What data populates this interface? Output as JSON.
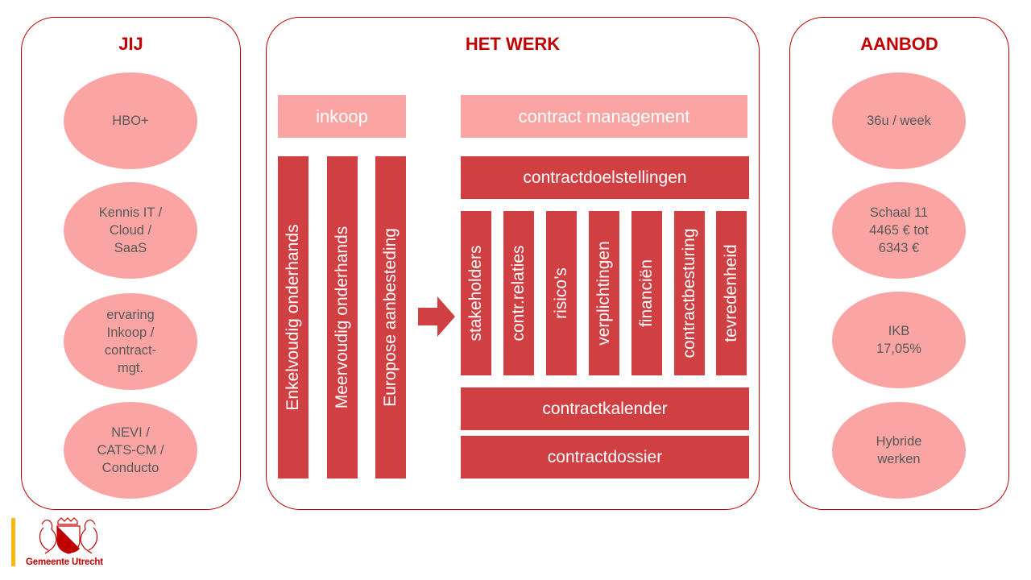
{
  "colors": {
    "accent": "#c00000",
    "light_fill": "#fba4a4",
    "dark_fill": "#d04043",
    "text_gray": "#595959",
    "logo_bar": "#ffb612"
  },
  "left_panel": {
    "title": "JIJ",
    "items": [
      "HBO+",
      "Kennis IT /\nCloud /\nSaaS",
      "ervaring\nInkoop /\ncontract-\nmgt.",
      "NEVI /\nCATS-CM /\nConducto"
    ]
  },
  "center_panel": {
    "title": "HET WERK",
    "inkoop": {
      "header": "inkoop",
      "columns": [
        "Enkelvoudig onderhands",
        "Meervoudig onderhands",
        "Europose aanbesteding"
      ]
    },
    "arrow_icon": "right-arrow-icon",
    "contract_management": {
      "header": "contract management",
      "top_bar": "contractdoelstellingen",
      "columns": [
        "stakeholders",
        "contr.relaties",
        "risico’s",
        "verplichtingen",
        "financiën",
        "contractbesturing",
        "tevredenheid"
      ],
      "bottom_bars": [
        "contractkalender",
        "contractdossier"
      ]
    }
  },
  "right_panel": {
    "title": "AANBOD",
    "items": [
      "36u / week",
      "Schaal 11\n4465 € tot\n6343 €",
      "IKB\n17,05%",
      "Hybride\nwerken"
    ]
  },
  "logo": {
    "text": "Gemeente Utrecht",
    "icon": "coat-of-arms-icon"
  }
}
